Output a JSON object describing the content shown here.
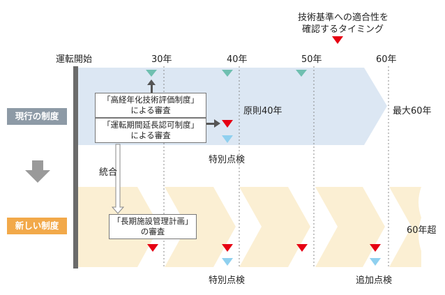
{
  "header": {
    "start_label": "運転開始",
    "year_ticks": [
      "30年",
      "40年",
      "50年",
      "60年"
    ],
    "note_line1": "技術基準への適合性を",
    "note_line2": "確認するタイミング"
  },
  "current": {
    "label": "現行の制度",
    "box1_line1": "「高経年化技術評価制度」",
    "box1_line2": "による審査",
    "box2_line1": "「運転期間延長認可制度」",
    "box2_line2": "による審査",
    "principle": "原則40年",
    "max": "最大60年",
    "special": "特別点検"
  },
  "merge_label": "統合",
  "new": {
    "label": "新しい制度",
    "box_line1": "「長期施設管理計画」",
    "box_line2": "の審査",
    "beyond": "60年超",
    "special": "特別点検",
    "additional": "追加点検"
  },
  "colors": {
    "current_band": "#dce7f3",
    "new_band": "#fbefd3",
    "row_label_bg": "#8d9aa6",
    "new_label_bg": "#f2a94a",
    "marker_red": "#e60012",
    "marker_teal": "#6fbfb0",
    "marker_lightblue": "#8fd0ef",
    "timeline_bar": "#6b6b6b"
  }
}
